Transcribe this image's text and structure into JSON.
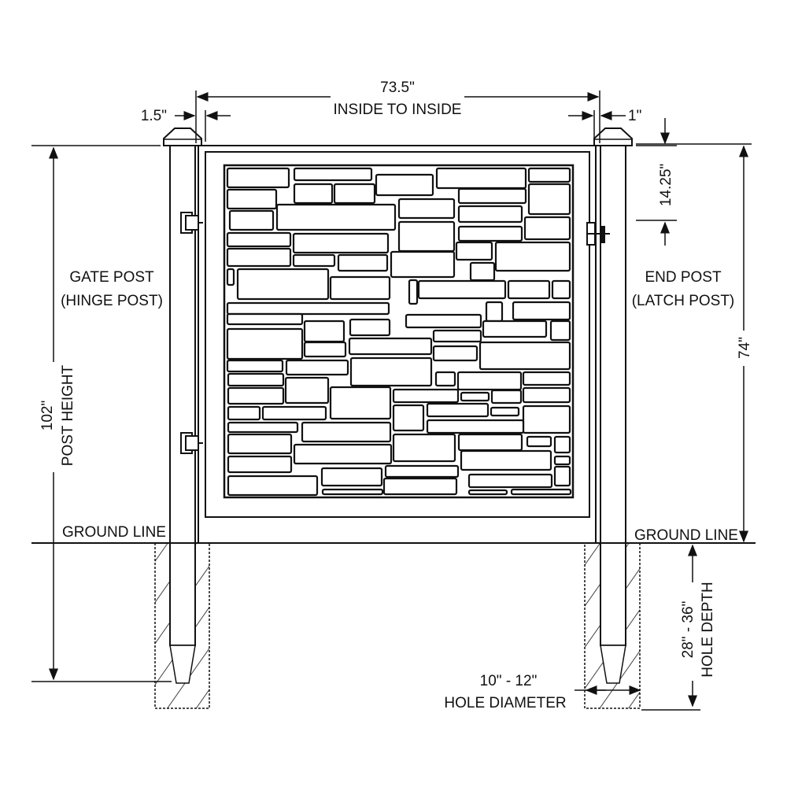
{
  "dimensions": {
    "width": "73.5\"",
    "width_label": "INSIDE TO INSIDE",
    "hinge_gap": "1.5\"",
    "latch_gap": "1\"",
    "latch_offset": "14.25\"",
    "gate_height": "74\"",
    "post_height_value": "102\"",
    "post_height_label": "POST HEIGHT",
    "hole_depth_value": "28\" - 36\"",
    "hole_depth_label": "HOLE DEPTH",
    "hole_diameter_value": "10\" - 12\"",
    "hole_diameter_label": "HOLE DIAMETER"
  },
  "labels": {
    "gate_post_line1": "GATE POST",
    "gate_post_line2": "(HINGE POST)",
    "end_post_line1": "END POST",
    "end_post_line2": "(LATCH POST)",
    "ground_line_left": "GROUND LINE",
    "ground_line_right": "GROUND LINE"
  },
  "colors": {
    "line": "#111111",
    "background": "#ffffff"
  }
}
